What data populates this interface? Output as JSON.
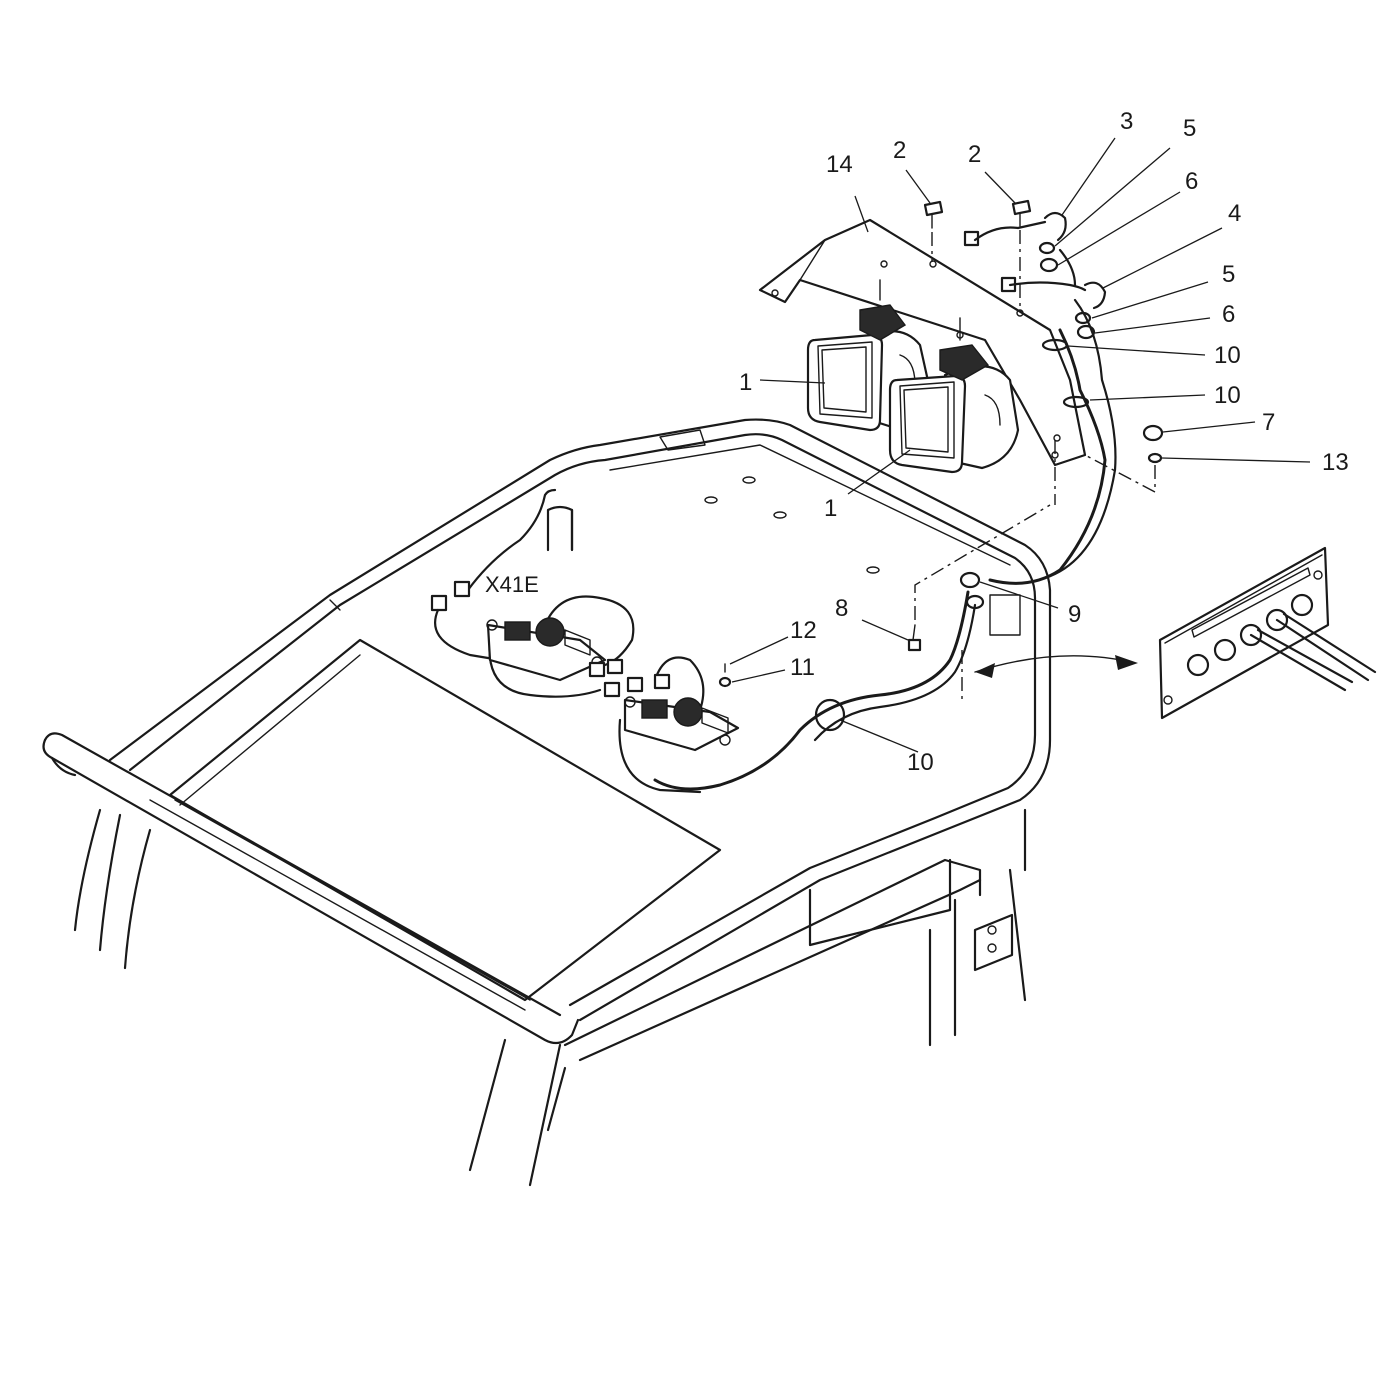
{
  "diagram": {
    "connector_label": "X41E",
    "callouts": [
      {
        "id": "c14",
        "text": "14"
      },
      {
        "id": "c2a",
        "text": "2"
      },
      {
        "id": "c2b",
        "text": "2"
      },
      {
        "id": "c3",
        "text": "3"
      },
      {
        "id": "c5a",
        "text": "5"
      },
      {
        "id": "c6a",
        "text": "6"
      },
      {
        "id": "c4",
        "text": "4"
      },
      {
        "id": "c5b",
        "text": "5"
      },
      {
        "id": "c6b",
        "text": "6"
      },
      {
        "id": "c10a",
        "text": "10"
      },
      {
        "id": "c10b",
        "text": "10"
      },
      {
        "id": "c7",
        "text": "7"
      },
      {
        "id": "c13",
        "text": "13"
      },
      {
        "id": "c1a",
        "text": "1"
      },
      {
        "id": "c1b",
        "text": "1"
      },
      {
        "id": "c8",
        "text": "8"
      },
      {
        "id": "c9",
        "text": "9"
      },
      {
        "id": "c12",
        "text": "12"
      },
      {
        "id": "c11",
        "text": "11"
      },
      {
        "id": "c10c",
        "text": "10"
      }
    ]
  }
}
